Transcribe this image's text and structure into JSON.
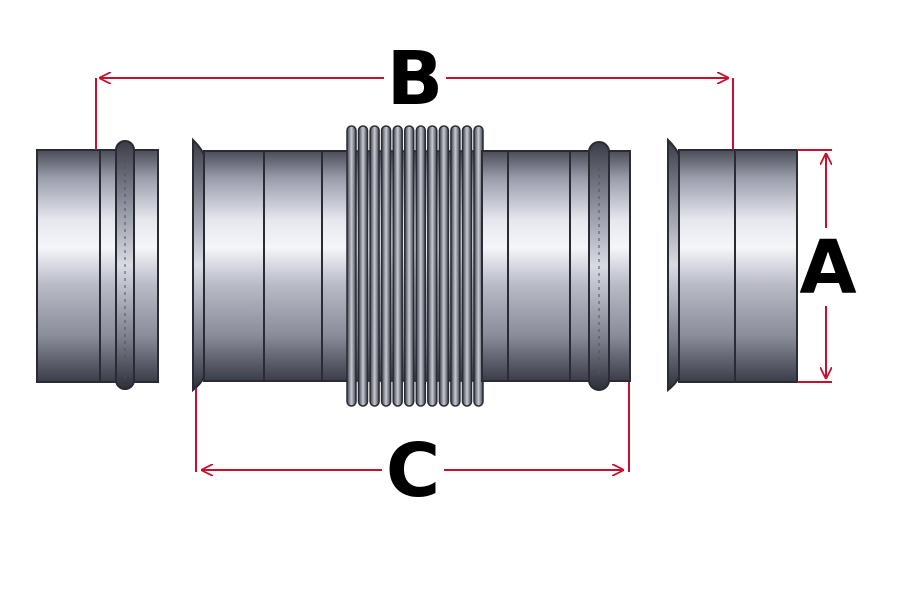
{
  "diagram": {
    "labels": {
      "overall_length": "B",
      "diameter": "A",
      "bellows_length": "C"
    },
    "colors": {
      "dimension_line": "#c8102e",
      "label_text": "#000000",
      "metal_dark": "#3a3d48",
      "metal_mid": "#8c8f9c",
      "metal_light": "#e9eaf0",
      "outline": "#2a2c33"
    },
    "components": [
      {
        "name": "left-collar"
      },
      {
        "name": "bellows-body"
      },
      {
        "name": "right-collar"
      }
    ],
    "corrugation_count": 12
  }
}
